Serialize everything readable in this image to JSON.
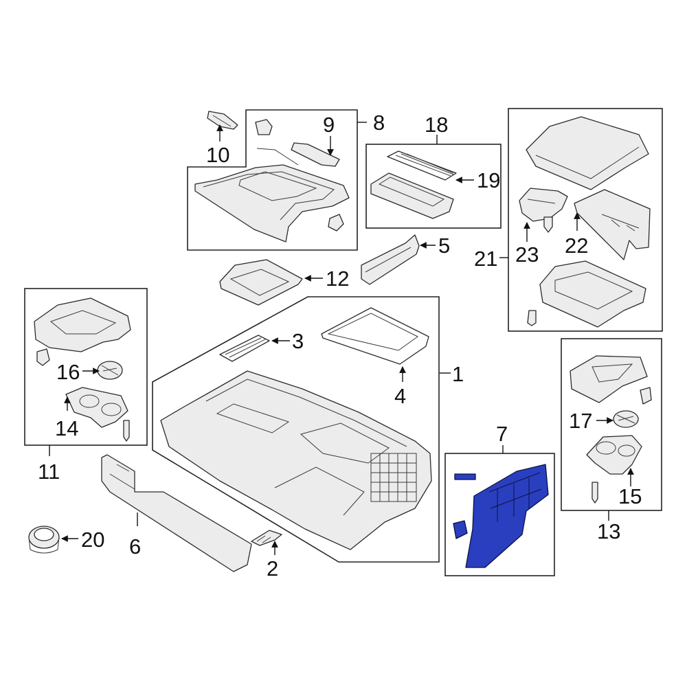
{
  "callouts": {
    "c1": "1",
    "c2": "2",
    "c3": "3",
    "c4": "4",
    "c5": "5",
    "c6": "6",
    "c7": "7",
    "c8": "8",
    "c9": "9",
    "c10": "10",
    "c11": "11",
    "c12": "12",
    "c13": "13",
    "c14": "14",
    "c15": "15",
    "c16": "16",
    "c17": "17",
    "c18": "18",
    "c19": "19",
    "c20": "20",
    "c21": "21",
    "c22": "22",
    "c23": "23"
  },
  "colors": {
    "highlight": "#2a3fbf",
    "line": "#222222",
    "part_fill": "#ececec"
  }
}
